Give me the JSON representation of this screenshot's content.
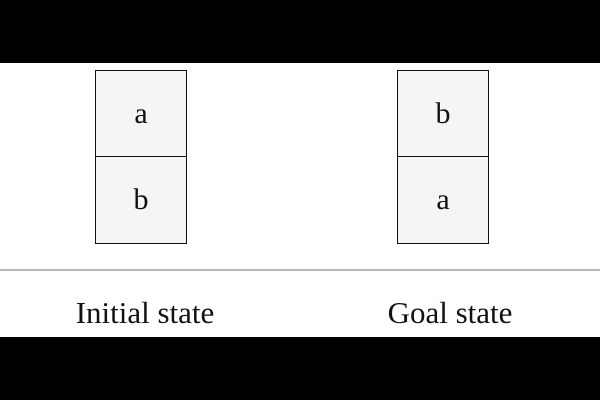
{
  "panels": [
    {
      "caption": "Initial state",
      "blocks_top_to_bottom": [
        "a",
        "b"
      ]
    },
    {
      "caption": "Goal state",
      "blocks_top_to_bottom": [
        "b",
        "a"
      ]
    }
  ],
  "colors": {
    "letterbox": "#000000",
    "background": "#ffffff",
    "block_fill": "#f5f5f5",
    "block_border": "#111111",
    "divider": "#b8b8b8"
  }
}
